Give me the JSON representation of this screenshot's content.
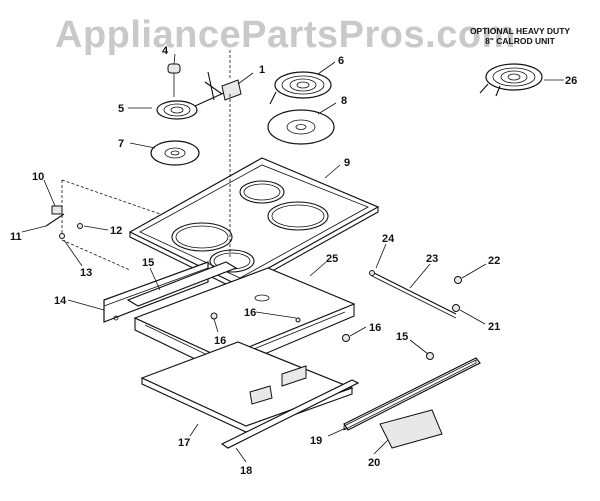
{
  "watermark": "AppliancePartsPros.com",
  "optional_title_line1": "OPTIONAL HEAVY DUTY",
  "optional_title_line2": "8\" CALROD UNIT",
  "callouts": [
    "1",
    "4",
    "5",
    "6",
    "7",
    "8",
    "9",
    "10",
    "11",
    "12",
    "13",
    "14",
    "15",
    "16",
    "16",
    "16",
    "15",
    "17",
    "18",
    "19",
    "20",
    "21",
    "22",
    "23",
    "24",
    "25",
    "26"
  ]
}
